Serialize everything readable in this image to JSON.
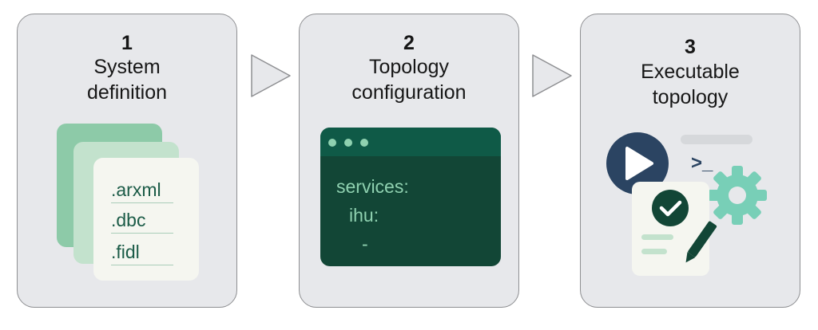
{
  "steps": [
    {
      "number": "1",
      "title_line1": "System",
      "title_line2": "definition"
    },
    {
      "number": "2",
      "title_line1": "Topology",
      "title_line2": "configuration"
    },
    {
      "number": "3",
      "title_line1": "Executable",
      "title_line2": "topology"
    }
  ],
  "files": [
    ".arxml",
    ".dbc",
    ".fidl"
  ],
  "code": [
    "services:",
    "ihu:",
    "-"
  ],
  "prompt_symbol": ">_",
  "icons": {
    "arrow": "chevron-right-triangle",
    "file_stack": "document-stack-icon",
    "terminal": "terminal-window-icon",
    "play": "play-icon",
    "gear": "gear-icon",
    "check": "check-circle-icon",
    "pen": "pen-icon"
  },
  "colors": {
    "card_bg": "#e7e8eb",
    "card_border": "#8e8f92",
    "dark_green": "#124636",
    "mid_green": "#0f5a47",
    "light_green": "#8fd1b0",
    "pale_green": "#c3e2cd",
    "navy": "#2b4462",
    "teal": "#78cfb7"
  }
}
